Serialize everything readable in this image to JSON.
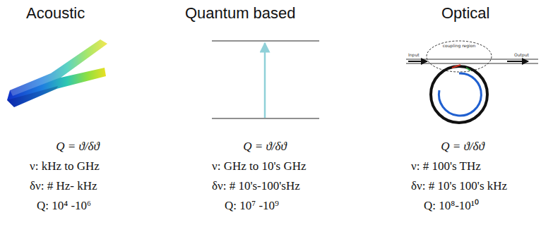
{
  "diagram": {
    "labels": [
      "Acoustic",
      "Quantum based",
      "Optical",
      "Input",
      "Output",
      "coupling region",
      "Q = ϑ/δϑ",
      "ν: kHz to GHz",
      "δν: # Hz- kHz",
      "Q: 10⁴ -10⁶",
      "Q = ϑ/δϑ",
      "ν: GHz to 10's GHz",
      "δν: # 10's-100'sHz",
      "Q: 10⁷ -10⁹",
      "Q = ϑ/δϑ",
      "ν: # 100's THz",
      "δν: # 10's 100's kHz",
      "Q: 10⁸-10¹⁰"
    ]
  }
}
